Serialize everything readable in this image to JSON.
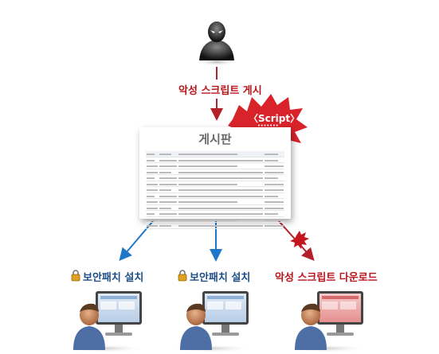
{
  "top_label": "악성 스크립트 게시",
  "script_badge": {
    "text": "〈Script〉",
    "dots": "·······"
  },
  "board": {
    "title": "게시판",
    "row_count": 12
  },
  "users": [
    {
      "label": "보안패치 설치",
      "icon": "lock-icon",
      "color": "#1d4e86",
      "screen": "blue"
    },
    {
      "label": "보안패치 설치",
      "icon": "lock-icon",
      "color": "#1d4e86",
      "screen": "blue"
    },
    {
      "label": "악성 스크립트 다운로드",
      "icon": "",
      "color": "#b8151b",
      "screen": "red"
    }
  ],
  "colors": {
    "red_arrow": "#b3202a",
    "blue_arrow": "#1f77c9",
    "badge_red": "#d9232b"
  }
}
